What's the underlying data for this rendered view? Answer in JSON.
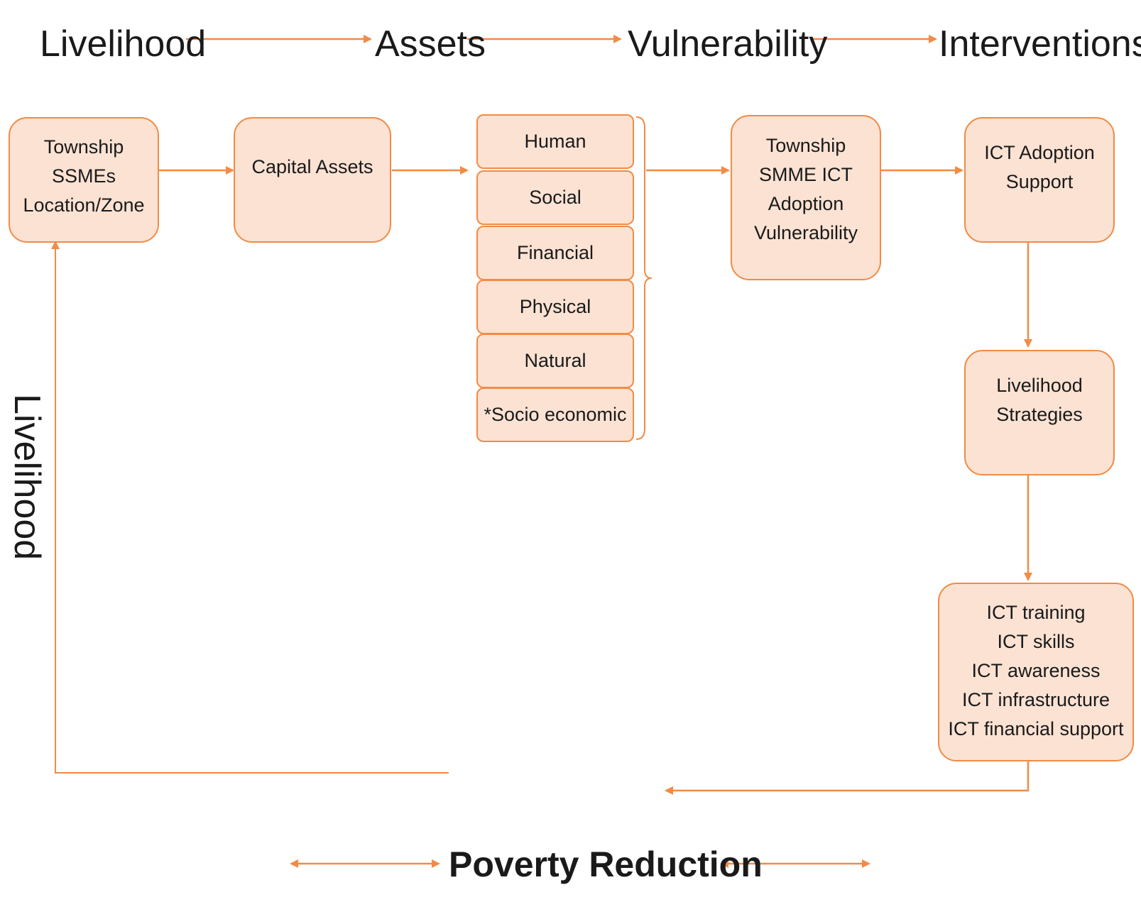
{
  "header": {
    "livelihood": "Livelihood",
    "assets": "Assets",
    "vulnerability": "Vulnerability",
    "interventions": "Interventions"
  },
  "boxes": {
    "township_ssmes": [
      "Township",
      "SSMEs",
      "Location/Zone"
    ],
    "capital_assets": [
      "Capital Assets"
    ],
    "smme_vulnerability": [
      "Township",
      "SMME ICT",
      "Adoption",
      "Vulnerability"
    ],
    "ict_adoption_support": [
      "ICT Adoption",
      "Support"
    ],
    "livelihood_strategies": [
      "Livelihood",
      "Strategies"
    ],
    "ict_interventions": [
      "ICT training",
      "ICT skills",
      "ICT awareness",
      "ICT infrastructure",
      "ICT financial support"
    ]
  },
  "assets_list": [
    "Human",
    "Social",
    "Financial",
    "Physical",
    "Natural",
    "*Socio economic"
  ],
  "side_label": "Livelihood",
  "footer": "Poverty Reduction",
  "colors": {
    "accent": "#f28b45",
    "box_fill": "#fbe2d3",
    "text": "#1a1a1a"
  }
}
